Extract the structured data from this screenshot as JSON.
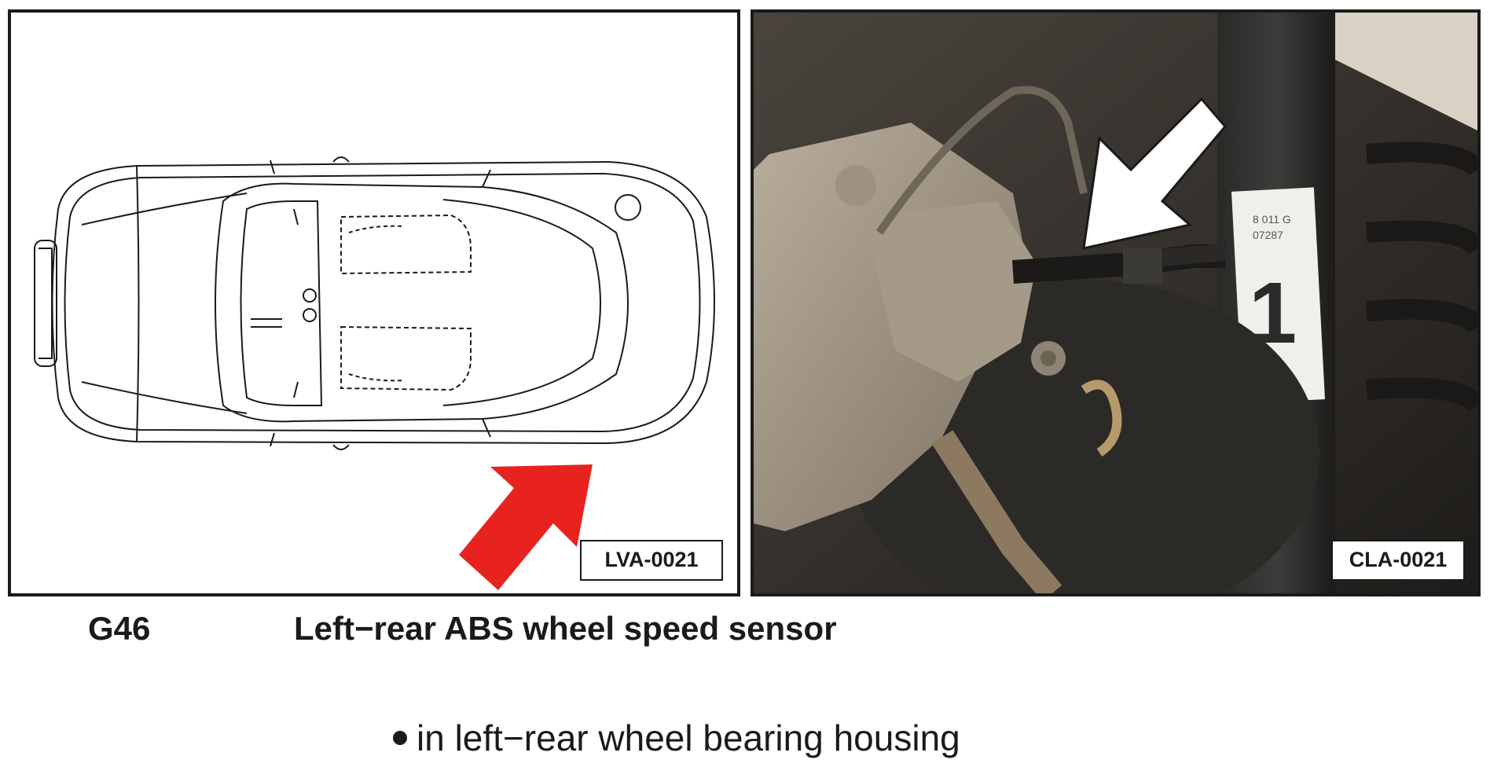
{
  "left_panel": {
    "figure_ref": "LVA-0021",
    "arrow_color": "#e8231f"
  },
  "right_panel": {
    "figure_ref": "CLA-0021",
    "label_sticker": "1",
    "label_sticker_text_lines": [
      "8 011 G",
      "07287"
    ],
    "arrow_color": "#ffffff"
  },
  "component": {
    "code": "G46",
    "name": "Left−rear ABS wheel speed sensor"
  },
  "location": {
    "text": "in left−rear wheel bearing housing"
  }
}
